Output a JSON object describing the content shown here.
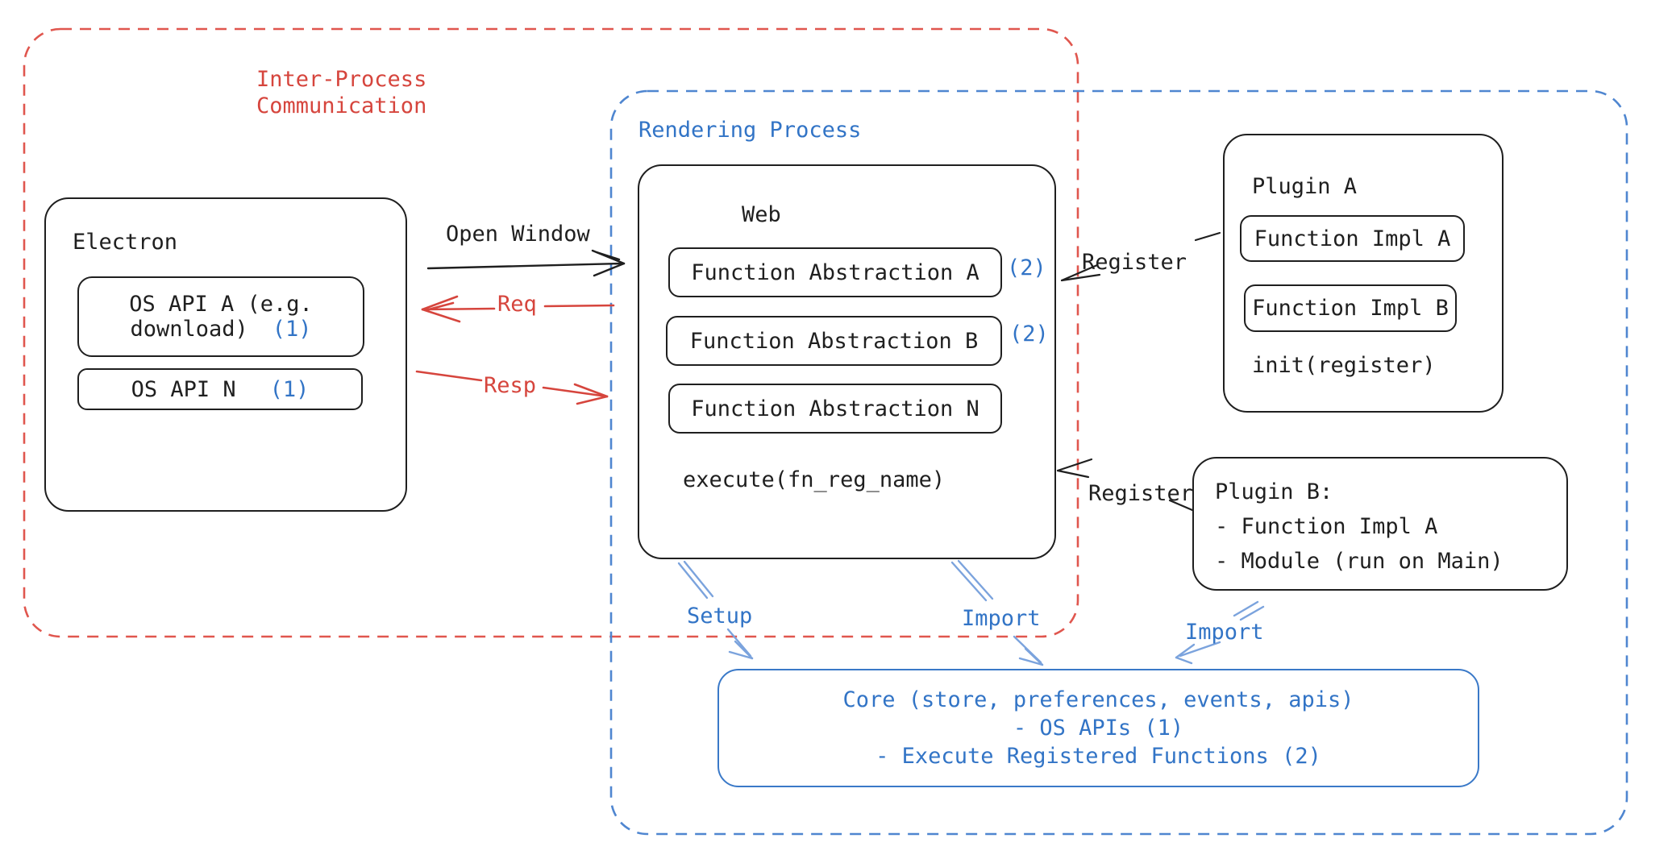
{
  "colors": {
    "ink": "#1f1f1f",
    "red": "#d6453d",
    "red_dash": "#e0564e",
    "blue_text": "#3274c6",
    "blue_border": "#3a79c8",
    "blue_dash": "#4f86d0",
    "arrow_blue": "#7ba3dd"
  },
  "ipc": {
    "title": "Inter-Process\nCommunication"
  },
  "electron": {
    "title": "Electron",
    "os_api_a_line1": "OS API A (e.g.",
    "os_api_a_line2": "download)",
    "os_api_a_badge": "(1)",
    "os_api_n": "OS API N",
    "os_api_n_badge": "(1)"
  },
  "flows": {
    "open_window": "Open Window",
    "req": "Req",
    "resp": "Resp",
    "register_a": "Register",
    "register_b": "Register",
    "setup": "Setup",
    "import_web": "Import",
    "import_plugin_b": "Import"
  },
  "rendering": {
    "title": "Rendering Process",
    "web": {
      "title": "Web",
      "fa_a": "Function Abstraction A",
      "fa_a_badge": "(2)",
      "fa_b": "Function Abstraction B",
      "fa_b_badge": "(2)",
      "fa_n": "Function Abstraction N",
      "execute": "execute(fn_reg_name)"
    }
  },
  "plugin_a": {
    "title": "Plugin A",
    "impl_a": "Function Impl A",
    "impl_b": "Function Impl B",
    "init": "init(register)"
  },
  "plugin_b": {
    "text": "Plugin B:\n- Function Impl A\n- Module (run on Main)"
  },
  "core": {
    "text": "Core (store, preferences, events, apis)\n- OS APIs (1)\n- Execute Registered Functions (2)"
  }
}
